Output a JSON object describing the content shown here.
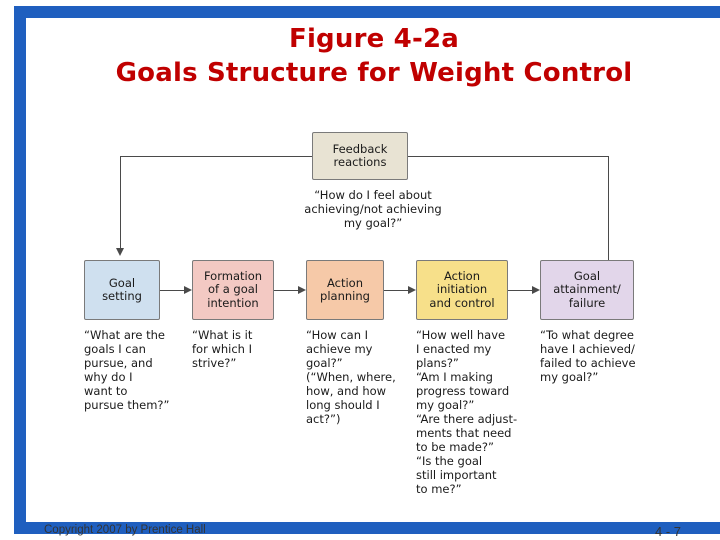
{
  "slide": {
    "title_line1": "Figure 4-2a",
    "title_line2": "Goals Structure for Weight Control",
    "title_color": "#c00000",
    "frame_color": "#1f5fbf",
    "footer_left": "Copyright 2007 by Prentice Hall",
    "footer_right": "4 - 7"
  },
  "diagram": {
    "type": "process-flow",
    "nodes": [
      {
        "id": "feedback-reactions",
        "label": "Feedback\nreactions",
        "fill": "#e8e3d3",
        "border": "#7a7a7a"
      },
      {
        "id": "goal-setting",
        "label": "Goal\nsetting",
        "fill": "#cfe0ef",
        "border": "#7a7a7a"
      },
      {
        "id": "formation-of-a-goal-intention",
        "label": "Formation\nof a goal\nintention",
        "fill": "#f3c9c3",
        "border": "#7a7a7a"
      },
      {
        "id": "action-planning",
        "label": "Action\nplanning",
        "fill": "#f6c9a8",
        "border": "#7a7a7a"
      },
      {
        "id": "action-initiation-and-control",
        "label": "Action\ninitiation\nand control",
        "fill": "#f7e08a",
        "border": "#7a7a7a"
      },
      {
        "id": "goal-attainment-failure",
        "label": "Goal\nattainment/\nfailure",
        "fill": "#e2d6ea",
        "border": "#7a7a7a"
      }
    ],
    "captions": [
      {
        "id": "feedback-caption",
        "text": "“How do I feel about\nachieving/not achieving\nmy goal?”"
      },
      {
        "id": "goal-setting-caption",
        "text": "“What are the\ngoals I can\npursue, and\nwhy do I\nwant to\npursue them?”"
      },
      {
        "id": "goal-intention-caption",
        "text": "“What is it\nfor which I\nstrive?”"
      },
      {
        "id": "action-planning-caption",
        "text": "“How can I\nachieve my\ngoal?”\n(“When, where,\nhow, and how\nlong should I\nact?”)"
      },
      {
        "id": "action-initiation-caption",
        "text": "“How well have\nI enacted my\nplans?”\n“Am I making\nprogress toward\nmy goal?”\n“Are there adjust-\nments that need\nto be made?”\n“Is the goal\nstill important\nto me?”"
      },
      {
        "id": "goal-attainment-caption",
        "text": "“To what degree\nhave I achieved/\nfailed to achieve\nmy goal?”"
      }
    ]
  }
}
